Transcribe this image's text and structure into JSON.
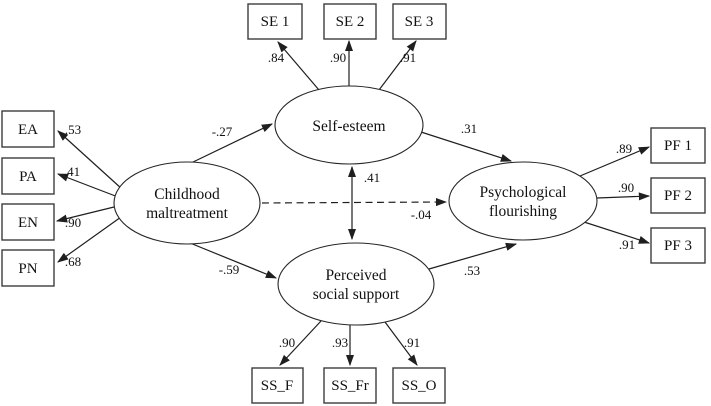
{
  "figure": {
    "background": "#ffffff",
    "line_color": "#1f1f1f",
    "box_border_color": "#3d3d3d",
    "text_color": "#111111"
  },
  "latents": {
    "childhood_maltreatment": {
      "line1": "Childhood",
      "line2": "maltreatment"
    },
    "self_esteem": {
      "label": "Self-esteem"
    },
    "perceived_social_support": {
      "line1": "Perceived",
      "line2": "social support"
    },
    "psychological_flourishing": {
      "line1": "Psychological",
      "line2": "flourishing"
    }
  },
  "indicators": {
    "se1": "SE 1",
    "se2": "SE 2",
    "se3": "SE 3",
    "ea": "EA",
    "pa": "PA",
    "en": "EN",
    "pn": "PN",
    "pf1": "PF 1",
    "pf2": "PF 2",
    "pf3": "PF 3",
    "ss_f": "SS_F",
    "ss_fr": "SS_Fr",
    "ss_o": "SS_O"
  },
  "loadings": {
    "se1": ".84",
    "se2": ".90",
    "se3": ".91",
    "ea": ".53",
    "pa": ".41",
    "en": ".90",
    "pn": ".68",
    "pf1": ".89",
    "pf2": ".90",
    "pf3": ".91",
    "ss_f": ".90",
    "ss_fr": ".93",
    "ss_o": ".91"
  },
  "paths": {
    "cm_to_se": "-.27",
    "cm_to_pss": "-.59",
    "cm_to_pf": "-.04",
    "se_to_pf": ".31",
    "pss_to_pf": ".53",
    "se_with_pss": ".41"
  }
}
